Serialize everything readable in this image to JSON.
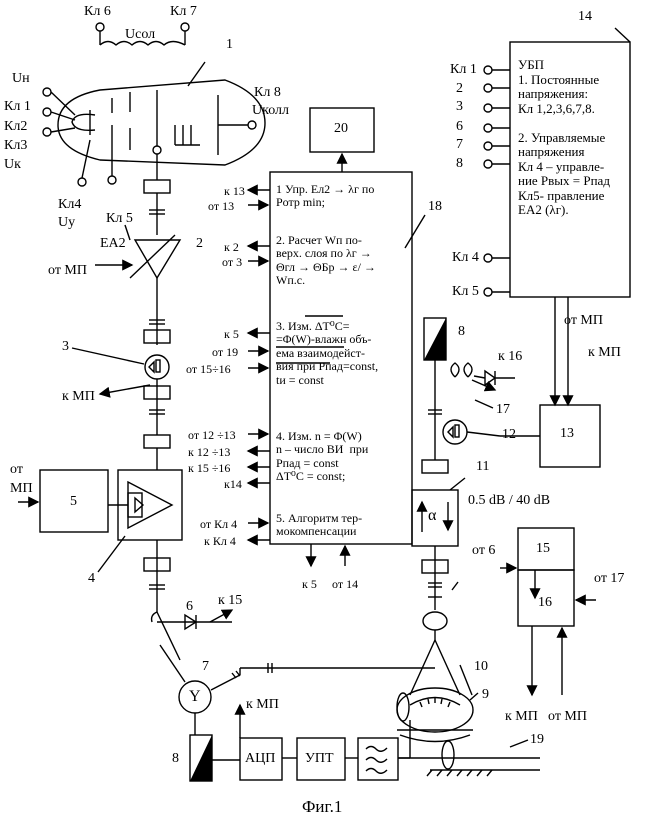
{
  "tube": {
    "kl6": "Кл 6",
    "kl7": "Кл 7",
    "usol": "Uсол",
    "n1": "1",
    "un": "Uн",
    "kl1": "Кл 1",
    "kl2": "Кл2",
    "kl3": "Кл3",
    "uk": "Uк",
    "kl4": "Кл4",
    "uy": "Uу",
    "kl5": "Кл 5",
    "kl8": "Кл 8",
    "ukoll": "Uколл"
  },
  "left_chain": {
    "ea2": "EА2",
    "n2": "2",
    "ot_mp_2": "от МП",
    "n3": "3",
    "k_mp_3": "к МП",
    "ot_mp_5a": "от",
    "ot_mp_5b": "МП",
    "n5": "5",
    "n4": "4",
    "n6": "6",
    "k15": "к 15",
    "n7": "7",
    "y_symbol": "Y",
    "k_mp_adc": "к МП",
    "n8_left": "8",
    "adc": "АЦП",
    "upt": "УПТ",
    "n9": "9",
    "n10": "10",
    "n19": "19"
  },
  "center": {
    "n20": "20",
    "n18": "18",
    "lbl_k13": "к 13",
    "lbl_ot13": "от 13",
    "lbl_k2": "к 2",
    "lbl_ot3": "от 3",
    "lbl_k5": "к 5",
    "lbl_ot19": "от 19",
    "lbl_ot1516": "от 15÷16",
    "lbl_ot1213": "от 12 ÷13",
    "lbl_k1213": "к 12 ÷13",
    "lbl_k1516": "к 15 ÷16",
    "lbl_k14": "к14",
    "lbl_otkl4": "от Кл 4",
    "lbl_kkl4": "к Кл 4",
    "bottom_k5": "к 5",
    "bottom_ot14": "от 14",
    "item1": "1 Упр. Eл2 → λг по\nPотр min;",
    "item2": "2. Расчет Wп по-\nверх. слоя по λг →\nΘгл → ΘБр → ε/ →\nWп.с.",
    "item3": "3. Изм. ΔT⁰C=\n=Φ(W)-влажн объ-\nема взаимодейст-\nвия при Pпад=const,\ntи = const",
    "item4": "4. Изм. n = Φ(W)\nn – число ВИ  при\nPпад = const\nΔT⁰C = const;",
    "item5": "5. Алгоритм тер-\nмокомпенсации"
  },
  "ubp": {
    "n14": "14",
    "text": "УБП\n1. Постоянные\nнапряжения:\nКл 1,2,3,6,7,8.\n\n2. Управляемые\nнапряжения\nКл 4 – управле-\nние Pвых = Pпад\nКл5- правление\nEА2 (λг).",
    "kl1": "Кл 1",
    "n2": "2",
    "n3": "3",
    "n6": "6",
    "n7": "7",
    "n8": "8",
    "kl4": "Кл 4",
    "kl5": "Кл 5"
  },
  "right_chain": {
    "n8": "8",
    "k16": "к 16",
    "n17": "17",
    "n12": "12",
    "n13": "13",
    "ot_mp_13": "от МП",
    "k_mp_13": "к МП",
    "n11": "11",
    "alpha": "α",
    "attn": "0.5 dB / 40 dB",
    "ot6": "от 6",
    "n15": "15",
    "n16": "16",
    "ot17": "от 17",
    "k_mp_bot": "к МП",
    "ot_mp_bot": "от МП"
  },
  "caption": "Фиг.1"
}
